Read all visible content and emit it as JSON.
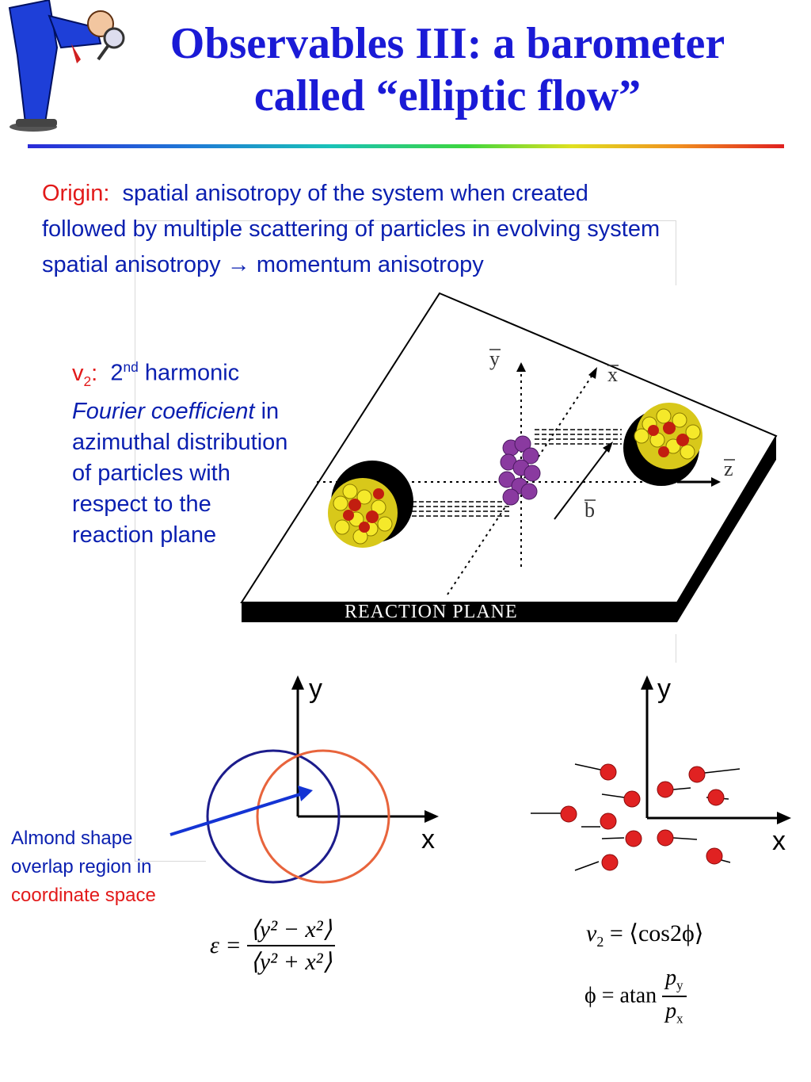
{
  "slide": {
    "title_line1": "Observables III: a barometer",
    "title_line2": "called “elliptic flow”",
    "intro": {
      "origin_label": "Origin:",
      "line1_text": "spatial anisotropy of the system when created",
      "line2": "followed by multiple scattering of particles in evolving system",
      "line3_a": "spatial anisotropy",
      "arrow": "→",
      "line3_b": "momentum anisotropy"
    },
    "v2": {
      "symbol": "v",
      "symbol_sub": "2",
      "colon": ":",
      "order": "2",
      "order_sup": "nd",
      "harmonic": "harmonic",
      "fourier": "Fourier coefficient",
      "in": "in",
      "line3": "azimuthal distribution",
      "line4": "of particles with",
      "line5": "respect to the",
      "line6": "reaction plane"
    },
    "diagram": {
      "plane_label": "REACTION PLANE",
      "axis_y": "y",
      "axis_x": "x",
      "axis_z": "z",
      "axis_b": "b"
    },
    "almond": {
      "line1": "Almond shape",
      "line2": "overlap region in",
      "line3": "coordinate space"
    },
    "coord_plot": {
      "y_label": "y",
      "x_label": "x"
    },
    "momentum_plot": {
      "y_label": "y",
      "x_label": "x"
    },
    "eps_formula": {
      "lhs": "ε =",
      "num": "⟨y² − x²⟩",
      "den": "⟨y² + x²⟩"
    },
    "v2_formula": {
      "lhs": "v",
      "lhs_sub": "2",
      "rhs": "= ⟨cos2ϕ⟩"
    },
    "phi_formula": {
      "lhs": "ϕ = atan",
      "num": "p",
      "num_sub": "y",
      "den": "p",
      "den_sub": "x"
    },
    "colors": {
      "title": "#1a1ad6",
      "text": "#0a1fb0",
      "highlight": "#e21a1a",
      "circle_a": "#1c1c8c",
      "circle_b": "#e8643c",
      "particle": "#e02222"
    },
    "icons": [
      "detective-cartoon-icon",
      "nucleus-icon"
    ]
  }
}
